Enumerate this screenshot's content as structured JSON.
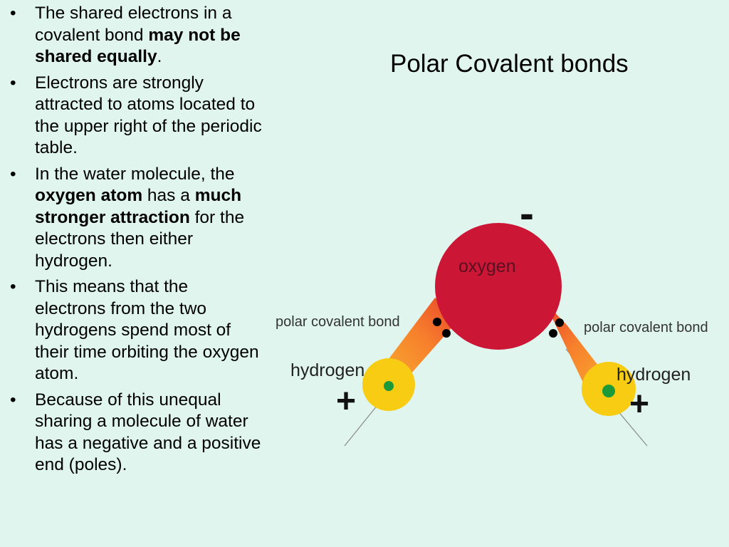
{
  "slide": {
    "title": "Polar Covalent bonds",
    "bullet_char": "•",
    "bullets": [
      [
        {
          "t": " The shared electrons in a covalent bond ",
          "b": false
        },
        {
          "t": "may not be shared equally",
          "b": true
        },
        {
          "t": ".",
          "b": false
        }
      ],
      [
        {
          "t": "Electrons are strongly attracted to atoms located to the upper right of the periodic table.",
          "b": false
        }
      ],
      [
        {
          "t": "In the water molecule, the ",
          "b": false
        },
        {
          "t": "oxygen atom",
          "b": true
        },
        {
          "t": " has a ",
          "b": false
        },
        {
          "t": "much stronger attraction",
          "b": true
        },
        {
          "t": " for the electrons then either hydrogen.",
          "b": false
        }
      ],
      [
        {
          "t": "This means that the electrons from the two hydrogens spend most of their time orbiting the oxygen atom.",
          "b": false
        }
      ],
      [
        {
          "t": "Because of this unequal sharing a molecule of water has a negative and a positive end (poles).",
          "b": false
        }
      ]
    ]
  },
  "diagram": {
    "oxygen_label": "oxygen",
    "negative_sign": "-",
    "left_bond_label": "polar covalent bond",
    "right_bond_label": "polar covalent bond",
    "left_hydrogen_label": "hydrogen",
    "right_hydrogen_label": "hydrogen",
    "left_positive_sign": "+",
    "right_positive_sign": "+",
    "colors": {
      "background": "#dff5ee",
      "oxygen": "#cc1636",
      "hydrogen": "#f7cc12",
      "hydrogen_nucleus": "#1c9a3a",
      "bond_orange": "#f79a28",
      "bond_red": "#e8432a",
      "electron": "#000000",
      "guide_line": "#8f8f8f"
    }
  }
}
